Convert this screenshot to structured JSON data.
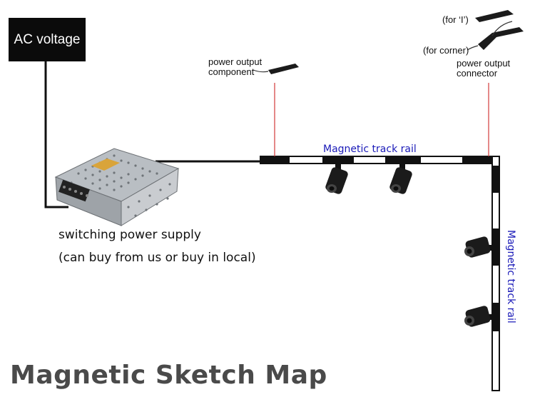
{
  "ac_box": {
    "label": "AC voltage"
  },
  "power_supply": {
    "line1": "switching power supply",
    "line2": "(can buy from us or buy in local)"
  },
  "power_output_component": {
    "line1": "power output",
    "line2": "component"
  },
  "power_output_connector": {
    "line1": "power output",
    "line2": "connector"
  },
  "connector_variants": {
    "for_i": "(for ‘I’)",
    "for_corner": "(for corner)"
  },
  "rail_horizontal": {
    "label": "Magnetic track rail"
  },
  "rail_vertical": {
    "label": "Magnetic track rail"
  },
  "title": "Magnetic Sketch Map",
  "colors": {
    "rail_label": "#1a1ab8",
    "guide_line": "#d23a3a",
    "title": "#4a4a4a"
  }
}
